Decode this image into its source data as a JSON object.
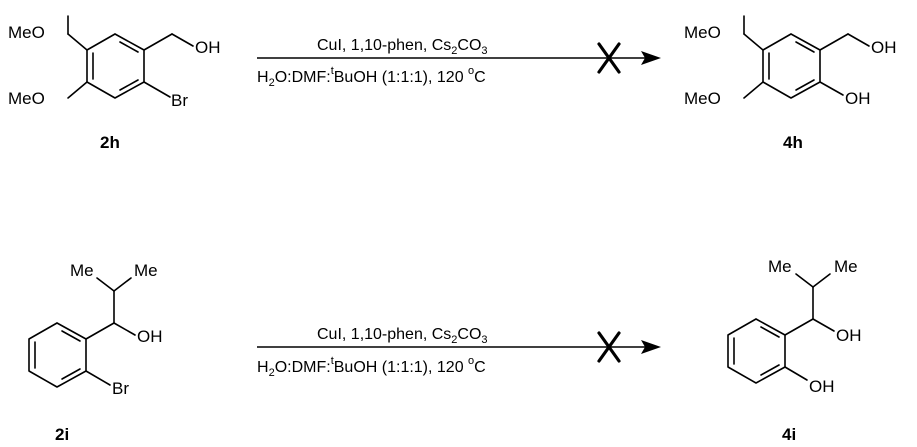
{
  "reactions": [
    {
      "reactant": {
        "id": "2h",
        "labels": {
          "ome_top": "MeO",
          "ome_bottom": "MeO",
          "oh": "OH",
          "br": "Br"
        }
      },
      "conditions": {
        "reagents": {
          "main": "CuI, 1,10-phen, Cs",
          "sub1": "2",
          "tail1": "CO",
          "sub2": "3"
        },
        "solvent": {
          "pre": "H",
          "sub": "2",
          "mid": "O:DMF:",
          "sup": "t",
          "post": "BuOH (1:1:1), 120 ",
          "deg": "o",
          "unit": "C"
        }
      },
      "blocked": true,
      "product": {
        "id": "4h",
        "labels": {
          "ome_top": "MeO",
          "ome_bottom": "MeO",
          "oh_chain": "OH",
          "oh_ring": "OH"
        }
      }
    },
    {
      "reactant": {
        "id": "2i",
        "labels": {
          "me_left": "Me",
          "me_right": "Me",
          "oh": "OH",
          "br": "Br"
        }
      },
      "conditions": {
        "reagents": {
          "main": "CuI, 1,10-phen, Cs",
          "sub1": "2",
          "tail1": "CO",
          "sub2": "3"
        },
        "solvent": {
          "pre": "H",
          "sub": "2",
          "mid": "O:DMF:",
          "sup": "t",
          "post": "BuOH (1:1:1), 120 ",
          "deg": "o",
          "unit": "C"
        }
      },
      "blocked": true,
      "product": {
        "id": "4i",
        "labels": {
          "me_left": "Me",
          "me_right": "Me",
          "oh_chain": "OH",
          "oh_ring": "OH"
        }
      }
    }
  ]
}
